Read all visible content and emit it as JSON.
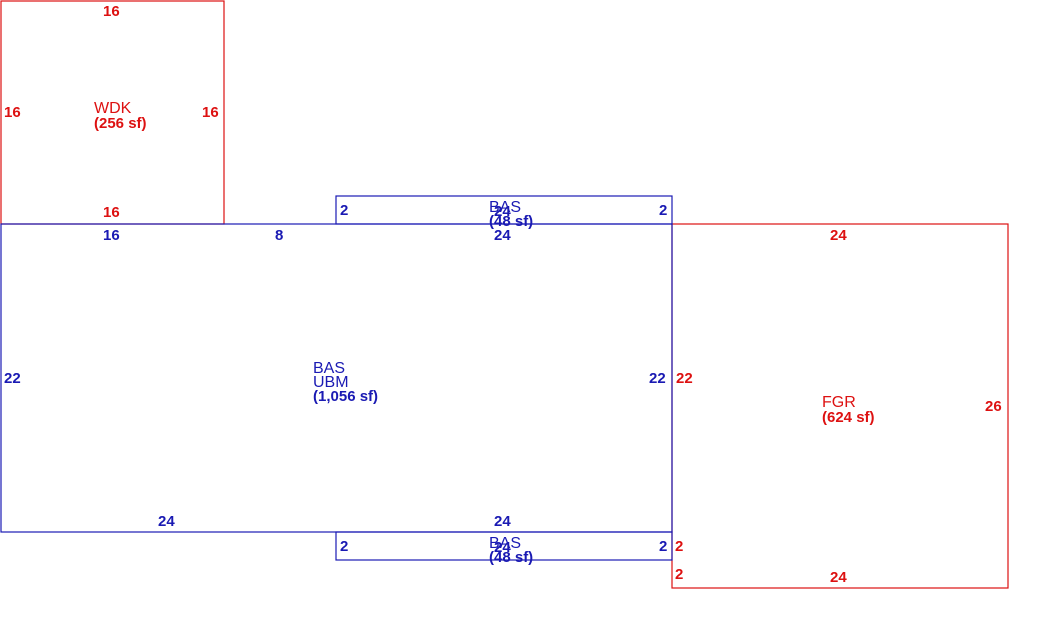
{
  "colors": {
    "red": "#dd1111",
    "blue": "#1a1ab3"
  },
  "areas": {
    "wdk": {
      "name": "WDK",
      "sqft": "(256 sf)",
      "dims": {
        "top": "16",
        "left": "16",
        "right": "16",
        "bottom": "16"
      }
    },
    "bas_top": {
      "name": "BAS",
      "overlap": "24",
      "sqft": "(48 sf)",
      "dims": {
        "left": "2",
        "right": "2",
        "bottom": "24"
      }
    },
    "bas_main": {
      "name": "BAS",
      "name2": "UBM",
      "sqft": "(1,056 sf)",
      "dims": {
        "top_left": "16",
        "top_mid": "8",
        "left": "22",
        "right": "22",
        "bottom_left": "24",
        "bottom_right": "24"
      }
    },
    "bas_bottom": {
      "name": "BAS",
      "overlap": "24",
      "sqft": "(48 sf)",
      "dims": {
        "left": "2",
        "right": "2"
      }
    },
    "fgr": {
      "name": "FGR",
      "sqft": "(624 sf)",
      "dims": {
        "top": "24",
        "left": "22",
        "right": "26",
        "bottom": "24",
        "left_low1": "2",
        "left_low2": "2"
      }
    }
  }
}
